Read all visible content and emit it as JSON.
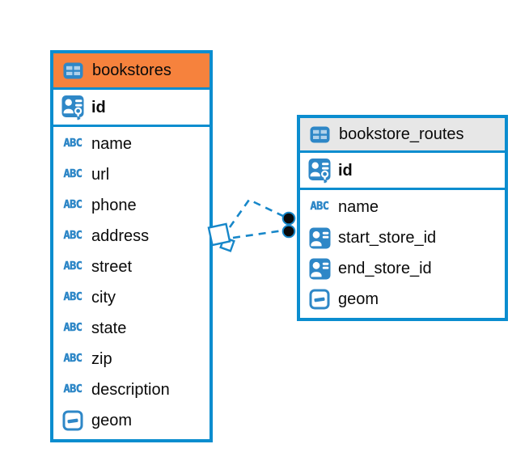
{
  "icons": {
    "text_glyph": "ABC"
  },
  "colors": {
    "accent_blue": "#0B8DCF",
    "icon_blue": "#2E87C7",
    "connector_blue": "#1787C9",
    "bookstores_header": "#F6823D",
    "routes_header": "#E7E7E7",
    "text_black": "#0A0A0A"
  },
  "diagram": {
    "tables": [
      {
        "name": "bookstores",
        "header_color": "#F6823D",
        "columns": [
          {
            "name": "id",
            "type": "primary-key"
          },
          {
            "name": "name",
            "type": "text"
          },
          {
            "name": "url",
            "type": "text"
          },
          {
            "name": "phone",
            "type": "text"
          },
          {
            "name": "address",
            "type": "text"
          },
          {
            "name": "street",
            "type": "text"
          },
          {
            "name": "city",
            "type": "text"
          },
          {
            "name": "state",
            "type": "text"
          },
          {
            "name": "zip",
            "type": "text"
          },
          {
            "name": "description",
            "type": "text"
          },
          {
            "name": "geom",
            "type": "geometry"
          }
        ]
      },
      {
        "name": "bookstore_routes",
        "header_color": "#E7E7E7",
        "columns": [
          {
            "name": "id",
            "type": "primary-key"
          },
          {
            "name": "name",
            "type": "text"
          },
          {
            "name": "start_store_id",
            "type": "reference"
          },
          {
            "name": "end_store_id",
            "type": "reference"
          },
          {
            "name": "geom",
            "type": "geometry"
          }
        ]
      }
    ],
    "relationship": {
      "from_table": "bookstores",
      "to_table": "bookstore_routes",
      "line_style": "dashed"
    }
  }
}
